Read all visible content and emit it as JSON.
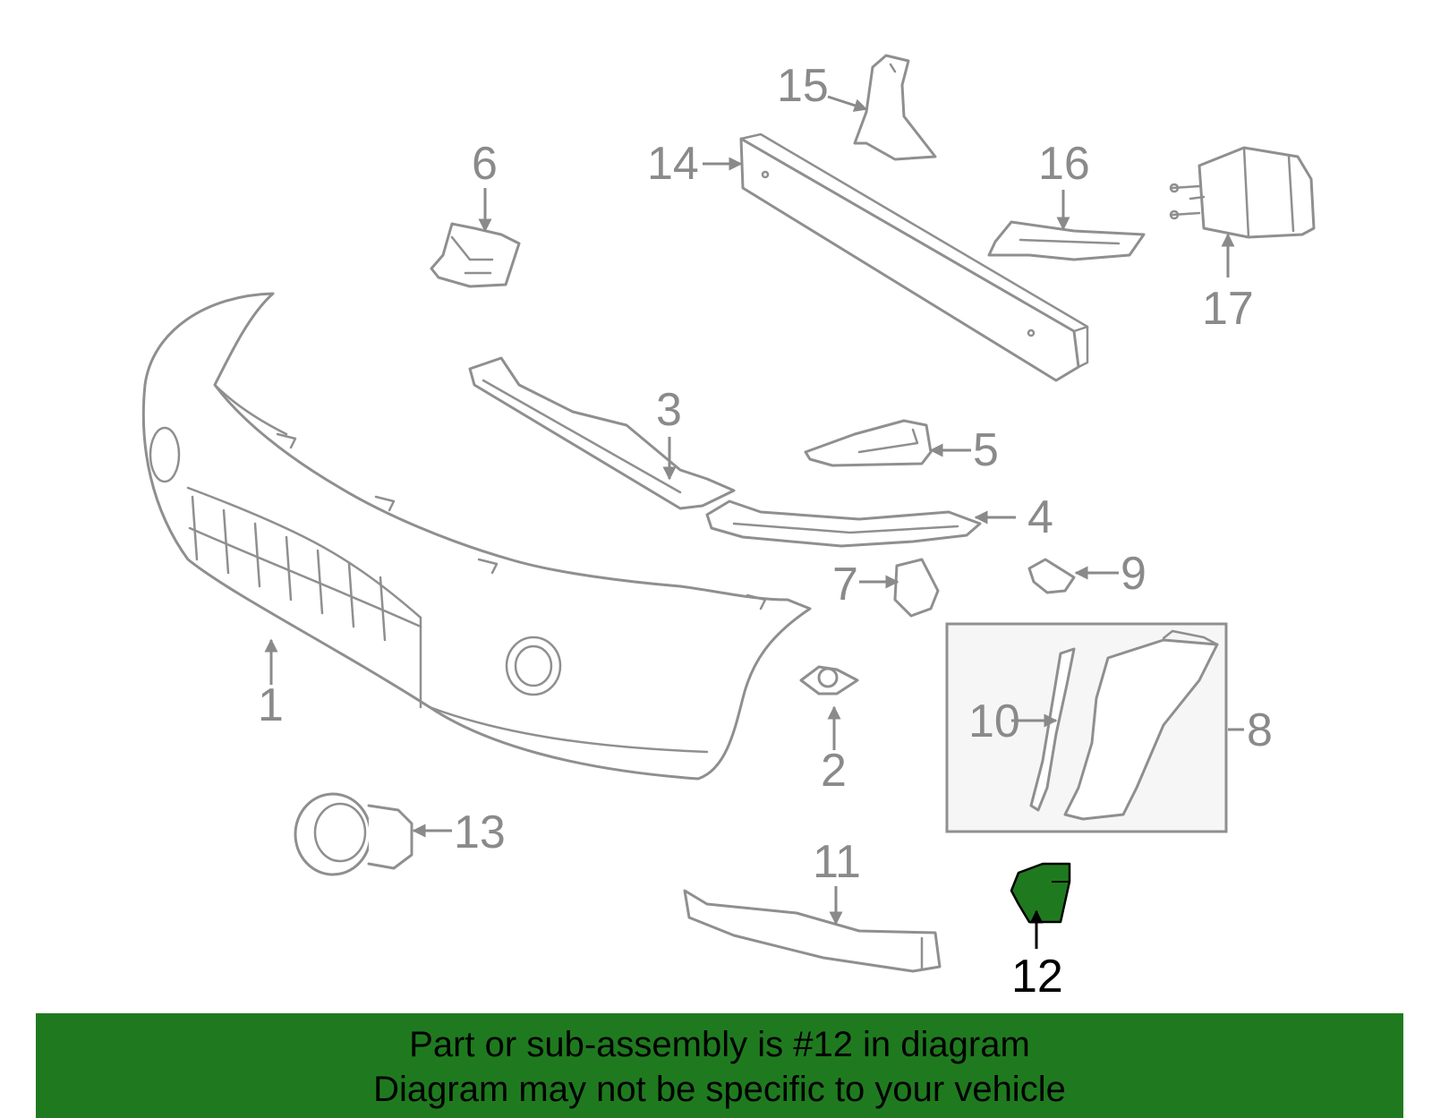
{
  "diagram": {
    "highlight_color": "#1f7a1f",
    "callouts": {
      "c1": "1",
      "c2": "2",
      "c3": "3",
      "c4": "4",
      "c5": "5",
      "c6": "6",
      "c7": "7",
      "c8": "8",
      "c9": "9",
      "c10": "10",
      "c11": "11",
      "c12": "12",
      "c13": "13",
      "c14": "14",
      "c15": "15",
      "c16": "16",
      "c17": "17"
    }
  },
  "banner": {
    "line1": "Part or sub-assembly is #12 in diagram",
    "line2": "Diagram may not be specific to your vehicle",
    "background": "#1f7a1f"
  }
}
